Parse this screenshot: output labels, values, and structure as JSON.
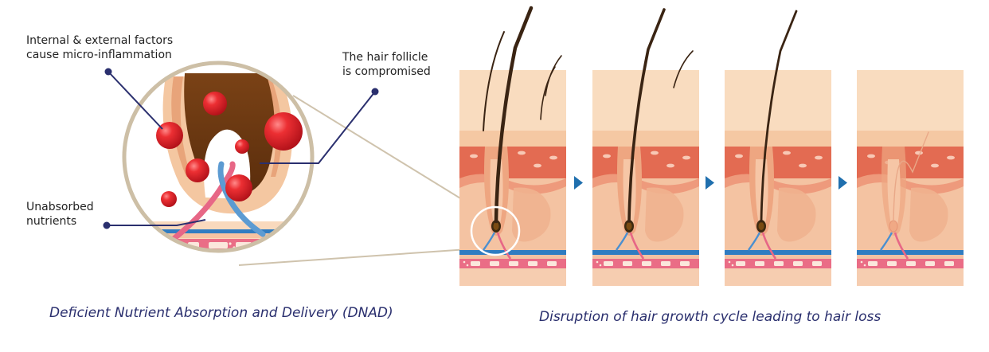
{
  "labels": {
    "factors_line1": "Internal & external factors",
    "factors_line2": "cause micro-inflammation",
    "follicle_line1": "The hair follicle",
    "follicle_line2": "is compromised",
    "nutrients_line1": "Unabsorbed",
    "nutrients_line2": "nutrients"
  },
  "captions": {
    "left": "Deficient Nutrient Absorption and Delivery (DNAD)",
    "right": "Disruption of hair growth cycle leading to hair loss"
  },
  "colors": {
    "accent_blue": "#1f6fae",
    "navy_text": "#2a2f6e",
    "skin_light": "#f7d2b0",
    "skin_mid": "#f0b898",
    "dermis_red": "#e0654e",
    "hair_dark": "#3b2414",
    "inflammation_red": "#e0262a"
  }
}
